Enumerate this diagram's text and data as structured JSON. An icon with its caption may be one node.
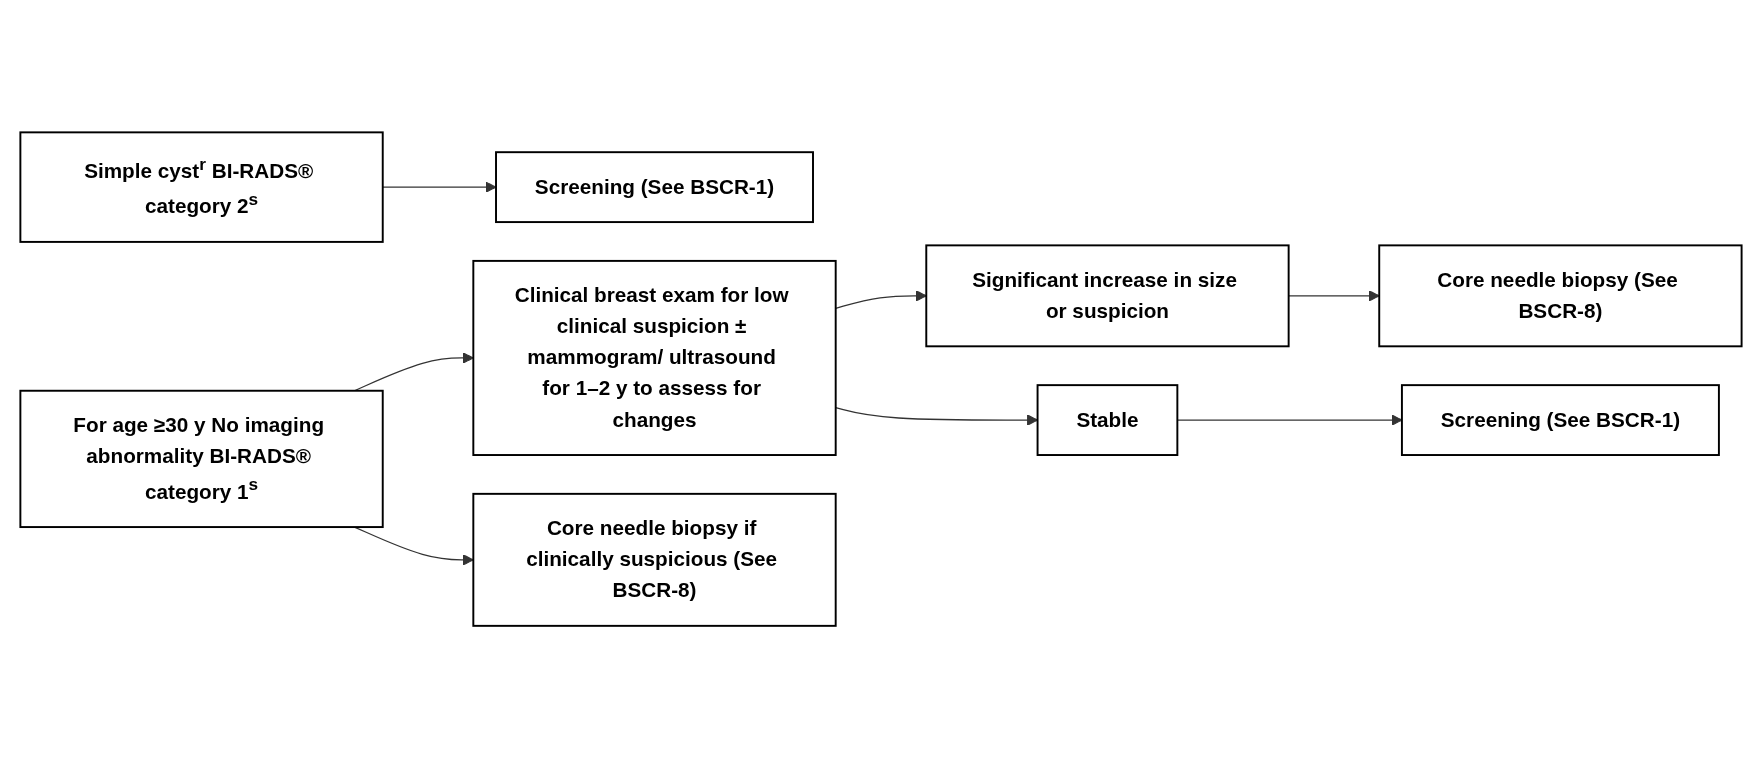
{
  "diagram": {
    "nodes": [
      {
        "text": [
          "Simple cyst$^{r}$ BI-RADS® category 2$^{s}$"
        ]
      },
      {
        "text": [
          "Screening (See BSCR-1)"
        ]
      },
      {
        "text": [
          "For age ≥30 y No imaging abnormality BI-RADS® category 1$^{s}$"
        ]
      },
      {
        "text": [
          "Clinical breast exam for low clinical suspicion ± mammogram/ ultrasound for 1–2 y to assess for changes"
        ]
      },
      {
        "text": [
          "Core needle biopsy if clinically suspicious (See BSCR-8)"
        ]
      },
      {
        "text": [
          "Significant increase in size or suspicion"
        ]
      },
      {
        "text": [
          "Stable"
        ]
      },
      {
        "text": [
          "Core needle biopsy (See BSCR-8)"
        ]
      },
      {
        "text": [
          "Screening (See BSCR-1)"
        ]
      }
    ],
    "edges": [
      {
        "from": 0,
        "to": 1,
        "arrow": "to"
      },
      {
        "from": 2,
        "to": 3,
        "arrow": "to"
      },
      {
        "from": 2,
        "to": 4,
        "arrow": "to"
      },
      {
        "from": 3,
        "to": 5,
        "arrow": "to"
      },
      {
        "from": 3,
        "to": 6,
        "arrow": "to"
      },
      {
        "from": 5,
        "to": 7,
        "arrow": "to"
      },
      {
        "from": 6,
        "to": 8,
        "arrow": "to"
      }
    ]
  }
}
